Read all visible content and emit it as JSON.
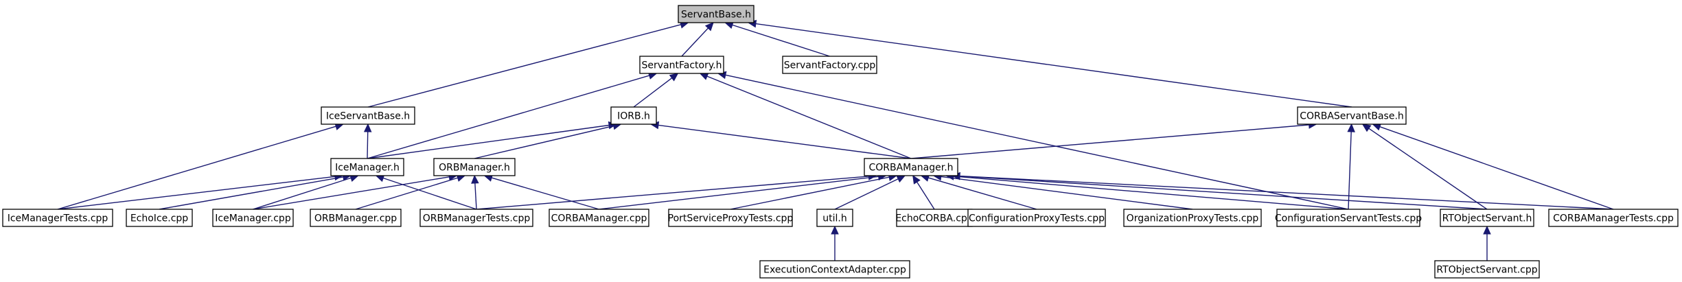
{
  "diagram": {
    "type": "include-dependency-graph",
    "nodes": [
      {
        "id": "servantbase_h",
        "label": "ServantBase.h",
        "highlighted": true
      },
      {
        "id": "servantfactory_h",
        "label": "ServantFactory.h"
      },
      {
        "id": "servantfactory_cpp",
        "label": "ServantFactory.cpp"
      },
      {
        "id": "iceservantbase_h",
        "label": "IceServantBase.h"
      },
      {
        "id": "iorb_h",
        "label": "IORB.h"
      },
      {
        "id": "corbaservantbase_h",
        "label": "CORBAServantBase.h"
      },
      {
        "id": "icemanager_h",
        "label": "IceManager.h"
      },
      {
        "id": "orbmanager_h",
        "label": "ORBManager.h"
      },
      {
        "id": "corbamanager_h",
        "label": "CORBAManager.h"
      },
      {
        "id": "icemanagertests_cpp",
        "label": "IceManagerTests.cpp"
      },
      {
        "id": "echoice_cpp",
        "label": "EchoIce.cpp"
      },
      {
        "id": "icemanager_cpp",
        "label": "IceManager.cpp"
      },
      {
        "id": "orbmanager_cpp",
        "label": "ORBManager.cpp"
      },
      {
        "id": "orbmanagertests_cpp",
        "label": "ORBManagerTests.cpp"
      },
      {
        "id": "corbamanager_cpp",
        "label": "CORBAManager.cpp"
      },
      {
        "id": "portserviceproxytests_cpp",
        "label": "PortServiceProxyTests.cpp"
      },
      {
        "id": "util_h",
        "label": "util.h"
      },
      {
        "id": "echocorba_cpp",
        "label": "EchoCORBA.cpp"
      },
      {
        "id": "configurationproxytests_cpp",
        "label": "ConfigurationProxyTests.cpp"
      },
      {
        "id": "organizationproxytests_cpp",
        "label": "OrganizationProxyTests.cpp"
      },
      {
        "id": "configurationservanttests_cpp",
        "label": "ConfigurationServantTests.cpp"
      },
      {
        "id": "rtobjectservant_h",
        "label": "RTObjectServant.h"
      },
      {
        "id": "corbamanagertests_cpp",
        "label": "CORBAManagerTests.cpp"
      },
      {
        "id": "executioncontextadapter_cpp",
        "label": "ExecutionContextAdapter.cpp"
      },
      {
        "id": "rtobjectservant_cpp",
        "label": "RTObjectServant.cpp"
      }
    ],
    "edges": [
      {
        "from": "servantfactory_h",
        "to": "servantbase_h"
      },
      {
        "from": "iceservantbase_h",
        "to": "servantbase_h"
      },
      {
        "from": "servantfactory_cpp",
        "to": "servantbase_h"
      },
      {
        "from": "corbaservantbase_h",
        "to": "servantbase_h"
      },
      {
        "from": "iorb_h",
        "to": "servantfactory_h"
      },
      {
        "from": "icemanager_h",
        "to": "servantfactory_h"
      },
      {
        "from": "corbamanager_h",
        "to": "servantfactory_h"
      },
      {
        "from": "configurationservanttests_cpp",
        "to": "servantfactory_h"
      },
      {
        "from": "icemanager_h",
        "to": "iceservantbase_h"
      },
      {
        "from": "icemanagertests_cpp",
        "to": "iceservantbase_h"
      },
      {
        "from": "icemanager_h",
        "to": "iorb_h"
      },
      {
        "from": "orbmanager_h",
        "to": "iorb_h"
      },
      {
        "from": "corbamanager_h",
        "to": "iorb_h"
      },
      {
        "from": "corbamanager_h",
        "to": "corbaservantbase_h"
      },
      {
        "from": "configurationservanttests_cpp",
        "to": "corbaservantbase_h"
      },
      {
        "from": "rtobjectservant_h",
        "to": "corbaservantbase_h"
      },
      {
        "from": "corbamanagertests_cpp",
        "to": "corbaservantbase_h"
      },
      {
        "from": "icemanagertests_cpp",
        "to": "icemanager_h"
      },
      {
        "from": "echoice_cpp",
        "to": "icemanager_h"
      },
      {
        "from": "icemanager_cpp",
        "to": "icemanager_h"
      },
      {
        "from": "orbmanagertests_cpp",
        "to": "icemanager_h"
      },
      {
        "from": "icemanager_cpp",
        "to": "orbmanager_h"
      },
      {
        "from": "orbmanager_cpp",
        "to": "orbmanager_h"
      },
      {
        "from": "orbmanagertests_cpp",
        "to": "orbmanager_h"
      },
      {
        "from": "corbamanager_cpp",
        "to": "orbmanager_h"
      },
      {
        "from": "orbmanagertests_cpp",
        "to": "corbamanager_h"
      },
      {
        "from": "corbamanager_cpp",
        "to": "corbamanager_h"
      },
      {
        "from": "portserviceproxytests_cpp",
        "to": "corbamanager_h"
      },
      {
        "from": "util_h",
        "to": "corbamanager_h"
      },
      {
        "from": "echocorba_cpp",
        "to": "corbamanager_h"
      },
      {
        "from": "configurationproxytests_cpp",
        "to": "corbamanager_h"
      },
      {
        "from": "organizationproxytests_cpp",
        "to": "corbamanager_h"
      },
      {
        "from": "configurationservanttests_cpp",
        "to": "corbamanager_h"
      },
      {
        "from": "rtobjectservant_h",
        "to": "corbamanager_h"
      },
      {
        "from": "corbamanagertests_cpp",
        "to": "corbamanager_h"
      },
      {
        "from": "executioncontextadapter_cpp",
        "to": "util_h"
      },
      {
        "from": "rtobjectservant_cpp",
        "to": "rtobjectservant_h"
      }
    ]
  }
}
